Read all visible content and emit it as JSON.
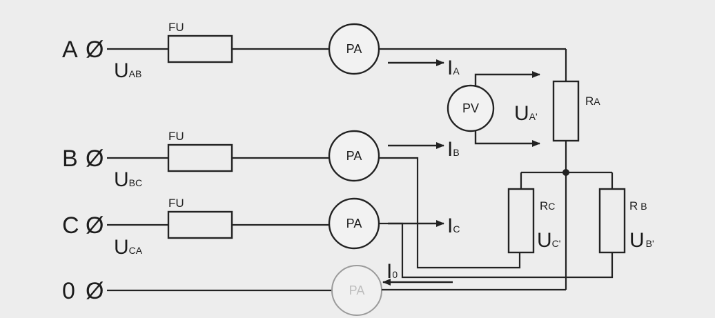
{
  "terminals": [
    {
      "label": "A",
      "symbol": "Ø"
    },
    {
      "label": "B",
      "symbol": "Ø"
    },
    {
      "label": "C",
      "symbol": "Ø"
    },
    {
      "label": "0",
      "symbol": "Ø"
    }
  ],
  "line_voltages": [
    {
      "main": "U",
      "sub": "AB"
    },
    {
      "main": "U",
      "sub": "BC"
    },
    {
      "main": "U",
      "sub": "CA"
    }
  ],
  "fuses": [
    "FU",
    "FU",
    "FU"
  ],
  "ammeters": [
    "PA",
    "PA",
    "PA",
    "PA"
  ],
  "voltmeter": "PV",
  "currents": [
    {
      "main": "I",
      "sub": "A"
    },
    {
      "main": "I",
      "sub": "B"
    },
    {
      "main": "I",
      "sub": "C"
    },
    {
      "main": "I",
      "sub": "0"
    }
  ],
  "resistors": [
    {
      "main": "R",
      "sub": "A"
    },
    {
      "main": "R",
      "sub": "C"
    },
    {
      "main": "R",
      "sub": "B"
    }
  ],
  "phase_voltages": [
    {
      "main": "U",
      "sub": "A'"
    },
    {
      "main": "U",
      "sub": "C'"
    },
    {
      "main": "U",
      "sub": "B'"
    }
  ]
}
